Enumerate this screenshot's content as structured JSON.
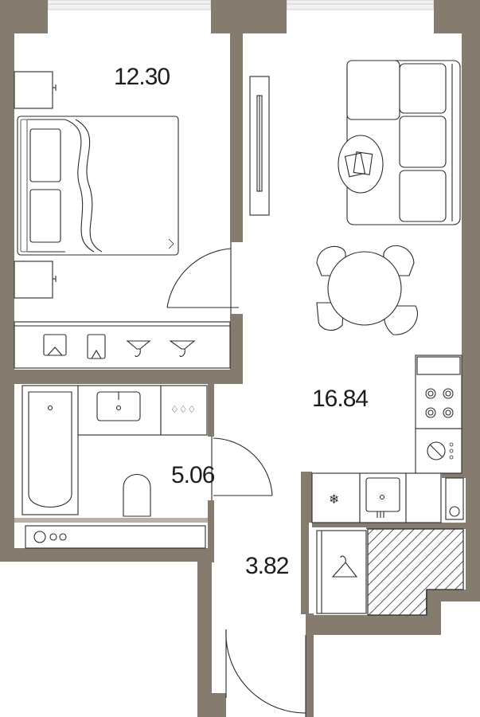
{
  "plan": {
    "colors": {
      "wall": "#857b6f",
      "partition": "#b9b0a6",
      "line": "#2b2b2b",
      "window": "#f2f2f2",
      "hatch": "#2b2b2b"
    },
    "rooms": [
      {
        "id": "bedroom",
        "area": "12.30"
      },
      {
        "id": "living-kitchen",
        "area": "16.84"
      },
      {
        "id": "bathroom",
        "area": "5.06"
      },
      {
        "id": "hallway",
        "area": "3.82"
      }
    ],
    "icons": [
      "bed-icon",
      "nightstand-icon",
      "wardrobe-icon",
      "hanger-icon",
      "sofa-icon",
      "coffee-table-icon",
      "tv-stand-icon",
      "dining-table-icon",
      "chair-icon",
      "stove-icon",
      "oven-icon",
      "sink-icon",
      "fridge-icon",
      "bathtub-icon",
      "toilet-icon",
      "washbasin-icon",
      "washing-machine-icon",
      "door-swing-icon",
      "shaft-hatch-icon"
    ]
  }
}
